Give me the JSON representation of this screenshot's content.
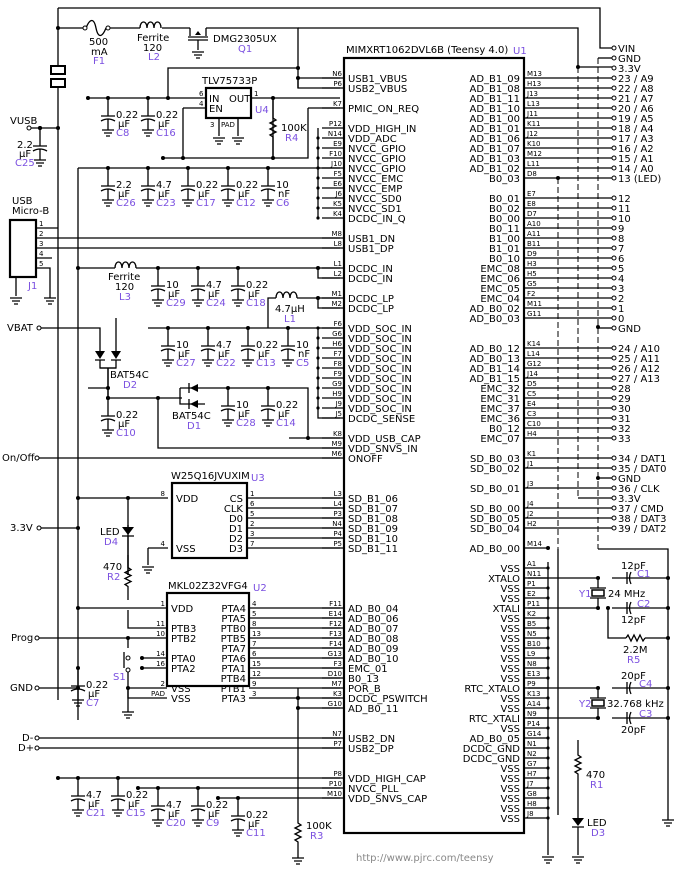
{
  "title": "Teensy 4.0 Schematic",
  "colors": {
    "wire": "#000000",
    "refdes": "#7a4fe0",
    "url": "#888888"
  },
  "url": "http://www.pjrc.com/teensy",
  "main_chip": {
    "name": "MIMXRT1062DVL6B (Teensy 4.0)",
    "ref": "U1",
    "left_pins": [
      {
        "pin": "N6",
        "name": "USB1_VBUS"
      },
      {
        "pin": "P6",
        "name": "USB2_VBUS"
      },
      {
        "pin": "K7",
        "name": "PMIC_ON_REQ"
      },
      {
        "pin": "P12",
        "name": "VDD_HIGH_IN"
      },
      {
        "pin": "N14",
        "name": "VDD_ADC"
      },
      {
        "pin": "E9",
        "name": "NVCC_GPIO"
      },
      {
        "pin": "F10",
        "name": "NVCC_GPIO"
      },
      {
        "pin": "J10",
        "name": "NVCC_GPIO"
      },
      {
        "pin": "F5",
        "name": "NVCC_EMC"
      },
      {
        "pin": "E6",
        "name": "NVCC_EMP"
      },
      {
        "pin": "J6",
        "name": "NVCC_SD0"
      },
      {
        "pin": "K5",
        "name": "NVCC_SD1"
      },
      {
        "pin": "K4",
        "name": "DCDC_IN_Q"
      },
      {
        "pin": "M8",
        "name": "USB1_DN"
      },
      {
        "pin": "L8",
        "name": "USB1_DP"
      },
      {
        "pin": "L1",
        "name": "DCDC_IN"
      },
      {
        "pin": "L2",
        "name": "DCDC_IN"
      },
      {
        "pin": "M1",
        "name": "DCDC_LP"
      },
      {
        "pin": "M2",
        "name": "DCDC_LP"
      },
      {
        "pin": "F6",
        "name": "VDD_SOC_IN"
      },
      {
        "pin": "G6",
        "name": "VDD_SOC_IN"
      },
      {
        "pin": "H6",
        "name": "VDD_SOC_IN"
      },
      {
        "pin": "F7",
        "name": "VDD_SOC_IN"
      },
      {
        "pin": "F8",
        "name": "VDD_SOC_IN"
      },
      {
        "pin": "F9",
        "name": "VDD_SOC_IN"
      },
      {
        "pin": "G9",
        "name": "VDD_SOC_IN"
      },
      {
        "pin": "H9",
        "name": "VDD_SOC_IN"
      },
      {
        "pin": "J9",
        "name": "VDD_SOC_IN"
      },
      {
        "pin": "J5",
        "name": "DCDC_SENSE"
      },
      {
        "pin": "K8",
        "name": "VDD_USB_CAP"
      },
      {
        "pin": "M9",
        "name": "VDD_SNVS_IN"
      },
      {
        "pin": "M6",
        "name": "ONOFF"
      },
      {
        "pin": "L3",
        "name": "SD_B1_06"
      },
      {
        "pin": "L4",
        "name": "SD_B1_07"
      },
      {
        "pin": "P3",
        "name": "SD_B1_08"
      },
      {
        "pin": "N4",
        "name": "SD_B1_09"
      },
      {
        "pin": "P4",
        "name": "SD_B1_10"
      },
      {
        "pin": "P5",
        "name": "SD_B1_11"
      },
      {
        "pin": "F11",
        "name": "AD_B0_04"
      },
      {
        "pin": "E14",
        "name": "AD_B0_06"
      },
      {
        "pin": "F12",
        "name": "AD_B0_07"
      },
      {
        "pin": "F13",
        "name": "AD_B0_08"
      },
      {
        "pin": "F14",
        "name": "AD_B0_09"
      },
      {
        "pin": "G13",
        "name": "AD_B0_10"
      },
      {
        "pin": "F3",
        "name": "EMC_01"
      },
      {
        "pin": "D10",
        "name": "B0_13"
      },
      {
        "pin": "M7",
        "name": "POR_B"
      },
      {
        "pin": "K3",
        "name": "DCDC_PSWITCH"
      },
      {
        "pin": "G10",
        "name": "AD_B0_11"
      },
      {
        "pin": "N7",
        "name": "USB2_DN"
      },
      {
        "pin": "P7",
        "name": "USB2_DP"
      },
      {
        "pin": "P8",
        "name": "VDD_HIGH_CAP"
      },
      {
        "pin": "P10",
        "name": "NVCC_PLL"
      },
      {
        "pin": "M10",
        "name": "VDD_SNVS_CAP"
      }
    ],
    "right_pins": [
      {
        "pin": "M13",
        "name": "AD_B1_09",
        "net": "23 / A9"
      },
      {
        "pin": "H13",
        "name": "AD_B1_08",
        "net": "22 / A8"
      },
      {
        "pin": "J13",
        "name": "AD_B1_11",
        "net": "21 / A7"
      },
      {
        "pin": "L13",
        "name": "AD_B1_10",
        "net": "20 / A6"
      },
      {
        "pin": "J11",
        "name": "AD_B1_00",
        "net": "19 / A5"
      },
      {
        "pin": "K11",
        "name": "AD_B1_01",
        "net": "18 / A4"
      },
      {
        "pin": "J12",
        "name": "AD_B1_06",
        "net": "17 / A3"
      },
      {
        "pin": "K10",
        "name": "AD_B1_07",
        "net": "16 / A2"
      },
      {
        "pin": "M12",
        "name": "AD_B1_03",
        "net": "15 / A1"
      },
      {
        "pin": "L11",
        "name": "AD_B1_02",
        "net": "14 / A0"
      },
      {
        "pin": "D8",
        "name": "B0_03",
        "net": "13 (LED)"
      },
      {
        "pin": "E7",
        "name": "B0_01",
        "net": "12"
      },
      {
        "pin": "E8",
        "name": "B0_02",
        "net": "11"
      },
      {
        "pin": "D7",
        "name": "B0_00",
        "net": "10"
      },
      {
        "pin": "A10",
        "name": "B0_11",
        "net": "9"
      },
      {
        "pin": "A11",
        "name": "B1_00",
        "net": "8"
      },
      {
        "pin": "B11",
        "name": "B1_01",
        "net": "7"
      },
      {
        "pin": "D9",
        "name": "B0_10",
        "net": "6"
      },
      {
        "pin": "H3",
        "name": "EMC_08",
        "net": "5"
      },
      {
        "pin": "H5",
        "name": "EMC_06",
        "net": "4"
      },
      {
        "pin": "G5",
        "name": "EMC_05",
        "net": "3"
      },
      {
        "pin": "F2",
        "name": "EMC_04",
        "net": "2"
      },
      {
        "pin": "M11",
        "name": "AD_B0_02",
        "net": "1"
      },
      {
        "pin": "G11",
        "name": "AD_B0_03",
        "net": "0"
      },
      {
        "pin": "K14",
        "name": "AD_B0_12",
        "net": "24 / A10"
      },
      {
        "pin": "L14",
        "name": "AD_B0_13",
        "net": "25 / A11"
      },
      {
        "pin": "G12",
        "name": "AD_B1_14",
        "net": "26 / A12"
      },
      {
        "pin": "J14",
        "name": "AD_B1_15",
        "net": "27 / A13"
      },
      {
        "pin": "D5",
        "name": "EMC_32",
        "net": "28"
      },
      {
        "pin": "C5",
        "name": "EMC_31",
        "net": "29"
      },
      {
        "pin": "E4",
        "name": "EMC_37",
        "net": "30"
      },
      {
        "pin": "C3",
        "name": "EMC_36",
        "net": "31"
      },
      {
        "pin": "C10",
        "name": "B0_12",
        "net": "32"
      },
      {
        "pin": "H4",
        "name": "EMC_07",
        "net": "33"
      },
      {
        "pin": "K1",
        "name": "SD_B0_03",
        "net": "34 / DAT1"
      },
      {
        "pin": "J1",
        "name": "SD_B0_02",
        "net": "35 / DAT0"
      },
      {
        "pin": "J3",
        "name": "SD_B0_01",
        "net": "36 / CLK"
      },
      {
        "pin": "J4",
        "name": "SD_B0_00",
        "net": "37 / CMD"
      },
      {
        "pin": "J2",
        "name": "SD_B0_05",
        "net": "38 / DAT3"
      },
      {
        "pin": "H2",
        "name": "SD_B0_04",
        "net": "39 / DAT2"
      },
      {
        "pin": "M14",
        "name": "AD_B0_00",
        "net": ""
      },
      {
        "pin": "A1",
        "name": "VSS",
        "net": ""
      },
      {
        "pin": "N11",
        "name": "XTALO",
        "net": ""
      },
      {
        "pin": "P1",
        "name": "VSS",
        "net": ""
      },
      {
        "pin": "E2",
        "name": "VSS",
        "net": ""
      },
      {
        "pin": "P11",
        "name": "XTALI",
        "net": ""
      },
      {
        "pin": "K2",
        "name": "VSS",
        "net": ""
      },
      {
        "pin": "B5",
        "name": "VSS",
        "net": ""
      },
      {
        "pin": "N5",
        "name": "VSS",
        "net": ""
      },
      {
        "pin": "B10",
        "name": "VSS",
        "net": ""
      },
      {
        "pin": "L9",
        "name": "VSS",
        "net": ""
      },
      {
        "pin": "N8",
        "name": "VSS",
        "net": ""
      },
      {
        "pin": "E13",
        "name": "VSS",
        "net": ""
      },
      {
        "pin": "P9",
        "name": "RTC_XTALO",
        "net": ""
      },
      {
        "pin": "K13",
        "name": "VSS",
        "net": ""
      },
      {
        "pin": "A14",
        "name": "VSS",
        "net": ""
      },
      {
        "pin": "N9",
        "name": "RTC_XTALI",
        "net": ""
      },
      {
        "pin": "P14",
        "name": "VSS",
        "net": ""
      },
      {
        "pin": "G14",
        "name": "AD_B0_05",
        "net": ""
      },
      {
        "pin": "N1",
        "name": "DCDC_GND",
        "net": ""
      },
      {
        "pin": "N2",
        "name": "DCDC_GND",
        "net": ""
      },
      {
        "pin": "G7",
        "name": "VSS",
        "net": ""
      },
      {
        "pin": "H7",
        "name": "VSS",
        "net": ""
      },
      {
        "pin": "J7",
        "name": "VSS",
        "net": ""
      },
      {
        "pin": "G8",
        "name": "VSS",
        "net": ""
      },
      {
        "pin": "H8",
        "name": "VSS",
        "net": ""
      },
      {
        "pin": "J8",
        "name": "VSS",
        "net": ""
      }
    ],
    "power_nets": {
      "vin": "VIN",
      "gnd": "GND",
      "v33": "3.3V"
    }
  },
  "ports_left": {
    "vusb": "VUSB",
    "vbat": "VBAT",
    "onoff": "On/Off",
    "v33": "3.3V",
    "prog": "Prog",
    "gnd": "GND",
    "dminus": "D-",
    "dplus": "D+"
  },
  "components": {
    "F1": {
      "ref": "F1",
      "value1": "500",
      "value2": "mA"
    },
    "L2": {
      "ref": "L2",
      "value1": "Ferrite",
      "value2": "120"
    },
    "Q1": {
      "ref": "Q1",
      "value": "DMG2305UX"
    },
    "U4": {
      "ref": "U4",
      "value": "TLV75733P",
      "pins": {
        "in": "IN",
        "en": "EN",
        "out": "OUT",
        "pad": "PAD",
        "p6": "6",
        "p4": "4",
        "p1": "1",
        "p3": "3"
      }
    },
    "R4": {
      "ref": "R4",
      "value": "100K"
    },
    "C8": {
      "ref": "C8",
      "value1": "0.22",
      "value2": "µF"
    },
    "C16": {
      "ref": "C16",
      "value1": "0.22",
      "value2": "µF"
    },
    "C25": {
      "ref": "C25",
      "value1": "2.2",
      "value2": "µF"
    },
    "C26": {
      "ref": "C26",
      "value1": "2.2",
      "value2": "µF"
    },
    "C23": {
      "ref": "C23",
      "value1": "4.7",
      "value2": "µF"
    },
    "C17": {
      "ref": "C17",
      "value1": "0.22",
      "value2": "µF"
    },
    "C12": {
      "ref": "C12",
      "value1": "0.22",
      "value2": "µF"
    },
    "C6": {
      "ref": "C6",
      "value1": "10",
      "value2": "nF"
    },
    "J1": {
      "ref": "J1",
      "value1": "USB",
      "value2": "Micro-B",
      "pins": [
        "1",
        "2",
        "3",
        "4",
        "5"
      ]
    },
    "L3": {
      "ref": "L3",
      "value1": "Ferrite",
      "value2": "120"
    },
    "C29": {
      "ref": "C29",
      "value1": "10",
      "value2": "µF"
    },
    "C24": {
      "ref": "C24",
      "value1": "4.7",
      "value2": "µF"
    },
    "C18": {
      "ref": "C18",
      "value1": "0.22",
      "value2": "µF"
    },
    "L1": {
      "ref": "L1",
      "value": "4.7µH"
    },
    "D2": {
      "ref": "D2",
      "value": "BAT54C"
    },
    "C27": {
      "ref": "C27",
      "value1": "10",
      "value2": "µF"
    },
    "C22": {
      "ref": "C22",
      "value1": "4.7",
      "value2": "µF"
    },
    "C13": {
      "ref": "C13",
      "value1": "0.22",
      "value2": "µF"
    },
    "C5": {
      "ref": "C5",
      "value1": "10",
      "value2": "nF"
    },
    "D1": {
      "ref": "D1",
      "value": "BAT54C"
    },
    "C28": {
      "ref": "C28",
      "value1": "10",
      "value2": "µF"
    },
    "C14": {
      "ref": "C14",
      "value1": "0.22",
      "value2": "µF"
    },
    "C10": {
      "ref": "C10",
      "value1": "0.22",
      "value2": "µF"
    },
    "U3": {
      "ref": "U3",
      "value": "W25Q16JVUXIM",
      "left": [
        {
          "pin": "8",
          "name": "VDD"
        },
        {
          "pin": "4",
          "name": "VSS"
        }
      ],
      "right": [
        {
          "pin": "1",
          "name": "CS"
        },
        {
          "pin": "6",
          "name": "CLK"
        },
        {
          "pin": "5",
          "name": "D0"
        },
        {
          "pin": "2",
          "name": "D1"
        },
        {
          "pin": "3",
          "name": "D2"
        },
        {
          "pin": "7",
          "name": "D3"
        }
      ]
    },
    "D4": {
      "ref": "D4",
      "value": "LED"
    },
    "R2": {
      "ref": "R2",
      "value": "470"
    },
    "U2": {
      "ref": "U2",
      "value": "MKL02Z32VFG4",
      "left": [
        {
          "pin": "1",
          "name": "VDD"
        },
        {
          "pin": "11",
          "name": "PTB3"
        },
        {
          "pin": "10",
          "name": "PTB2"
        },
        {
          "pin": "14",
          "name": "PTA0"
        },
        {
          "pin": "16",
          "name": "PTA2"
        },
        {
          "pin": "2",
          "name": "VSS"
        },
        {
          "pin": "PAD",
          "name": "VSS"
        }
      ],
      "right": [
        {
          "pin": "4",
          "name": "PTA4"
        },
        {
          "pin": "5",
          "name": "PTA5"
        },
        {
          "pin": "8",
          "name": "PTB0"
        },
        {
          "pin": "13",
          "name": "PTB5"
        },
        {
          "pin": "7",
          "name": "PTA7"
        },
        {
          "pin": "6",
          "name": "PTA6"
        },
        {
          "pin": "15",
          "name": "PTA1"
        },
        {
          "pin": "12",
          "name": "PTB4"
        },
        {
          "pin": "9",
          "name": "PTB1"
        },
        {
          "pin": "3",
          "name": "PTA3"
        }
      ]
    },
    "C7": {
      "ref": "C7",
      "value1": "0.22",
      "value2": "µF"
    },
    "S1": {
      "ref": "S1"
    },
    "C21": {
      "ref": "C21",
      "value1": "4.7",
      "value2": "µF"
    },
    "C15": {
      "ref": "C15",
      "value1": "0.22",
      "value2": "µF"
    },
    "C20": {
      "ref": "C20",
      "value1": "4.7",
      "value2": "µF"
    },
    "C9": {
      "ref": "C9",
      "value1": "0.22",
      "value2": "µF"
    },
    "C11": {
      "ref": "C11",
      "value1": "0.22",
      "value2": "µF"
    },
    "R3": {
      "ref": "R3",
      "value": "100K"
    },
    "C1": {
      "ref": "C1",
      "value": "12pF"
    },
    "C2": {
      "ref": "C2",
      "value": "12pF"
    },
    "Y1": {
      "ref": "Y1",
      "value": "24 MHz"
    },
    "R5": {
      "ref": "R5",
      "value": "2.2M"
    },
    "C4": {
      "ref": "C4",
      "value": "20pF"
    },
    "C3": {
      "ref": "C3",
      "value": "20pF"
    },
    "Y2": {
      "ref": "Y2",
      "value": "32.768 kHz"
    },
    "R1": {
      "ref": "R1",
      "value": "470"
    },
    "D3": {
      "ref": "D3",
      "value": "LED"
    }
  }
}
